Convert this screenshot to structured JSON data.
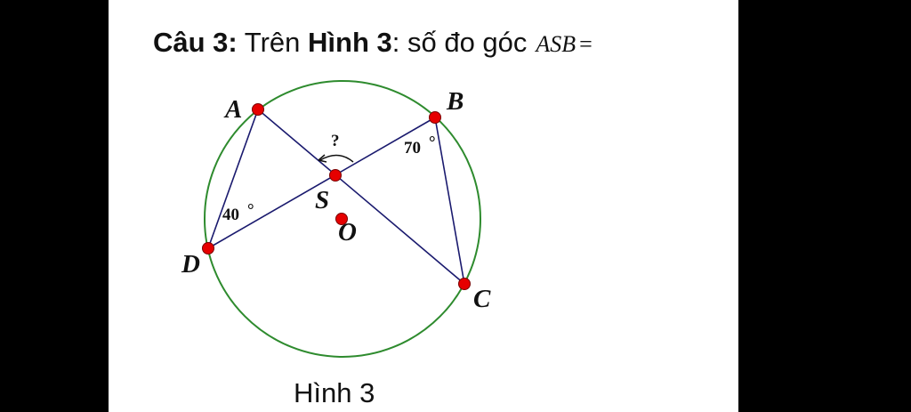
{
  "title": {
    "part1_bold": "Câu 3:",
    "part2": " Trên ",
    "part3_bold": "Hình 3",
    "part4": ": số đo góc",
    "math": "ASB",
    "equals": "="
  },
  "figure": {
    "points": {
      "A": "A",
      "B": "B",
      "C": "C",
      "D": "D",
      "S": "S",
      "O": "O"
    },
    "angle_D": "40",
    "angle_B": "70",
    "unknown_angle": "?",
    "degree_symbol": "°",
    "colors": {
      "circle": "#2e8b2e",
      "segments": "#1a1a6e",
      "points": "#e60000"
    }
  },
  "caption": "Hình 3"
}
